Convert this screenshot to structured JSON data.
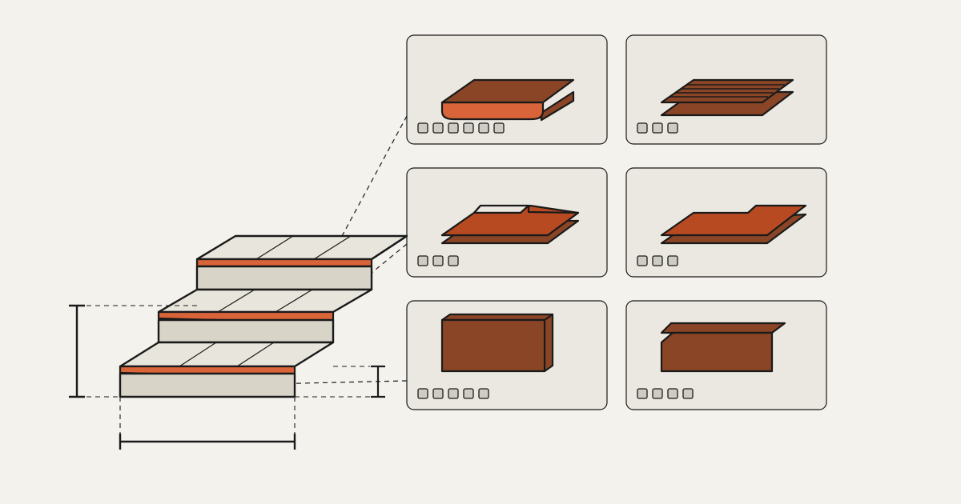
{
  "colors": {
    "background": "#f3f2ed",
    "outline": "#1a1a1a",
    "card_fill": "#ebe8e1",
    "step_top": "#e8e5dc",
    "step_front": "#d9d4c8",
    "nosing_orange": "#d9643a",
    "tile_rust": "#b84a22",
    "tile_brown": "#8a4526",
    "swatch_grey": "#cfccc4"
  },
  "diagram": {
    "steps": [
      {
        "name": "top-step"
      },
      {
        "name": "middle-step"
      },
      {
        "name": "bottom-step"
      }
    ],
    "dimensions": [
      "riser-height",
      "step-depth",
      "nosing-height"
    ],
    "cards": [
      {
        "profile": "rounded-bullnose-tile",
        "swatch_count": 6
      },
      {
        "profile": "grooved-anti-slip-tile",
        "swatch_count": 3
      },
      {
        "profile": "stepped-lip-tile",
        "swatch_count": 3
      },
      {
        "profile": "offset-lip-tile",
        "swatch_count": 3
      },
      {
        "profile": "solid-block-tread",
        "swatch_count": 5
      },
      {
        "profile": "chamfered-block-tread",
        "swatch_count": 4
      }
    ]
  }
}
